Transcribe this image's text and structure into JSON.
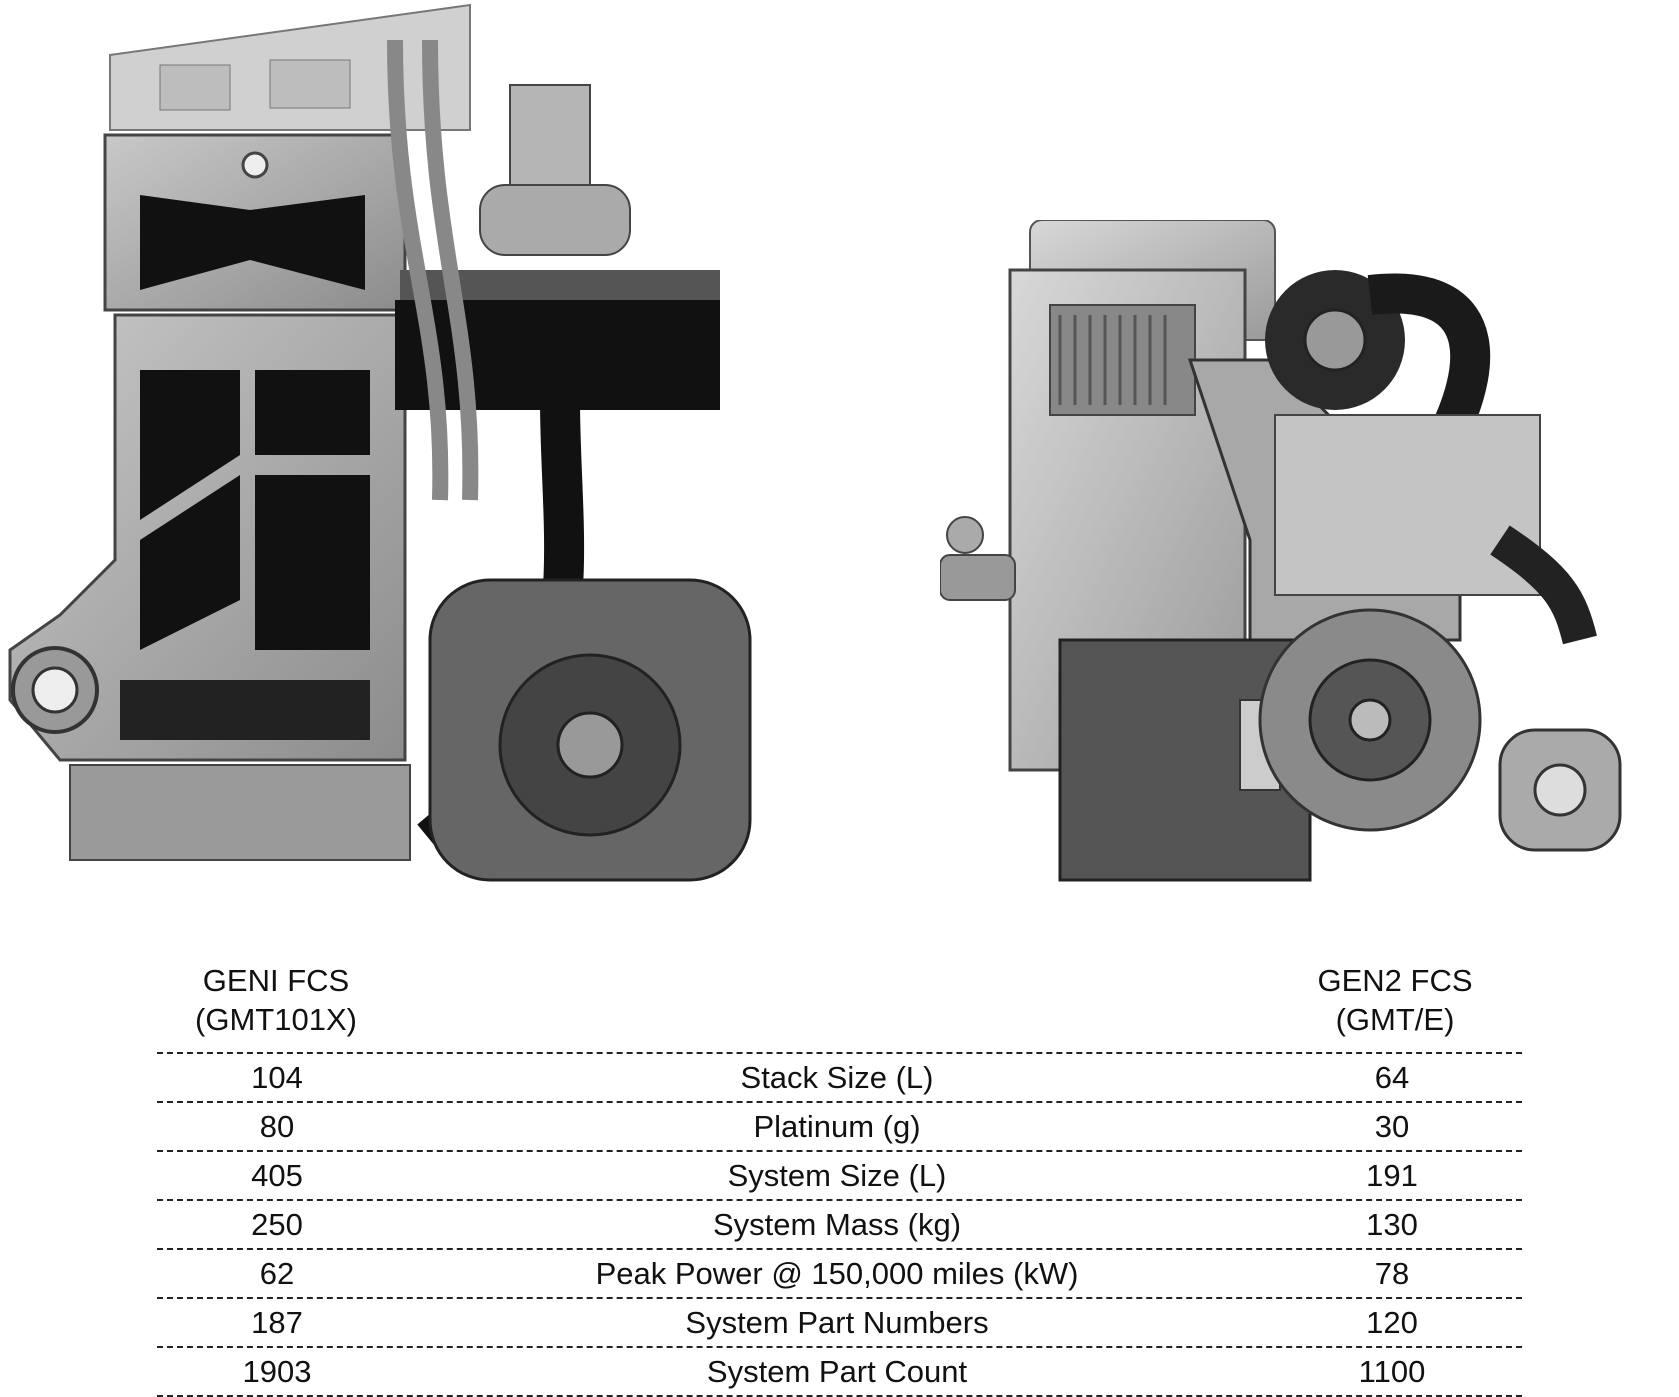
{
  "images": {
    "gen1": {
      "icon": "gen1-fuel-cell-system-rendering"
    },
    "gen2": {
      "icon": "gen2-fuel-cell-system-rendering"
    }
  },
  "headers": {
    "gen1": {
      "line1": "GENI FCS",
      "line2": "(GMT101X)"
    },
    "gen2": {
      "line1": "GEN2 FCS",
      "line2": "(GMT/E)"
    }
  },
  "rows": [
    {
      "gen1": "104",
      "label": "Stack Size (L)",
      "gen2": "64"
    },
    {
      "gen1": "80",
      "label": "Platinum (g)",
      "gen2": "30"
    },
    {
      "gen1": "405",
      "label": "System Size (L)",
      "gen2": "191"
    },
    {
      "gen1": "250",
      "label": "System Mass (kg)",
      "gen2": "130"
    },
    {
      "gen1": "62",
      "label": "Peak Power @ 150,000 miles (kW)",
      "gen2": "78"
    },
    {
      "gen1": "187",
      "label": "System Part Numbers",
      "gen2": "120"
    },
    {
      "gen1": "1903",
      "label": "System Part Count",
      "gen2": "1100"
    }
  ]
}
